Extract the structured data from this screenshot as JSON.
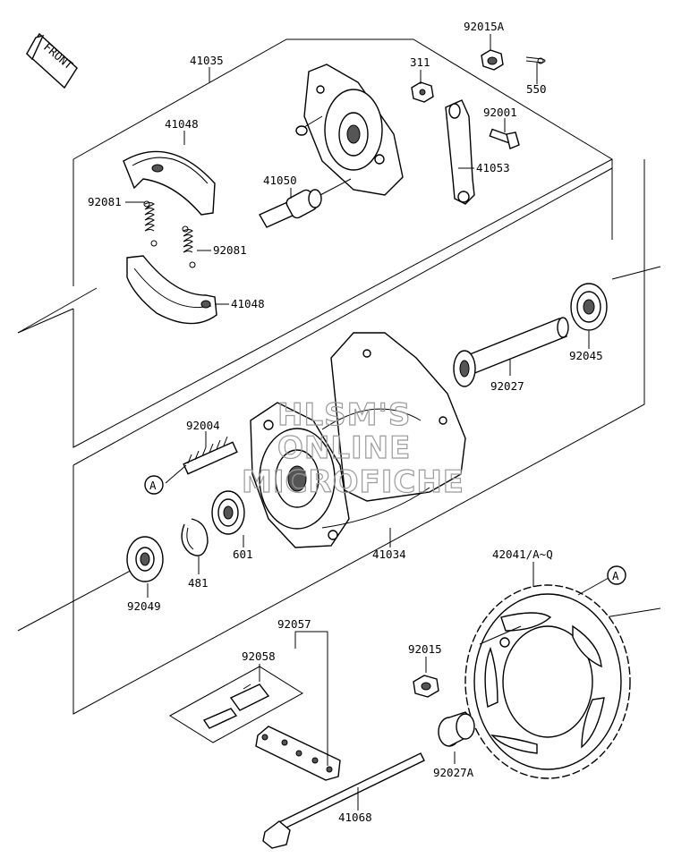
{
  "front_tag": "FRONT",
  "circle_ref": "A",
  "watermark": [
    "HLSM'S",
    "ONLINE",
    "MICROFICHE"
  ],
  "parts": {
    "brake_panel_assy": "41035",
    "brake_shoe_upper": "41048",
    "brake_shoe_lower": "41048",
    "spring_left": "92081",
    "spring_right": "92081",
    "camshaft": "41050",
    "nut_311": "311",
    "nut_92015a": "92015A",
    "cotter_pin": "550",
    "bolt_92001": "92001",
    "torque_link": "41053",
    "bearing_right": "92045",
    "collar_92027": "92027",
    "stud": "92004",
    "hub": "41034",
    "bearing_left": "601",
    "circlip": "481",
    "oil_seal": "92049",
    "sprocket": "42041/A~Q",
    "chain": "92057",
    "master_link": "92058",
    "nut_92015": "92015",
    "collar_92027a": "92027A",
    "axle": "41068"
  }
}
